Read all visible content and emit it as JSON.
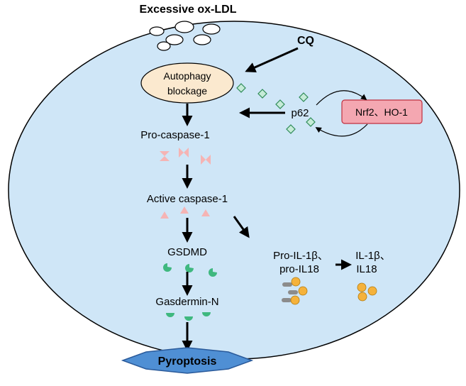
{
  "labels": {
    "title": "Excessive ox-LDL",
    "cq": "CQ",
    "autophagy_line1": "Autophagy",
    "autophagy_line2": "blockage",
    "p62": "p62",
    "nrf2": "Nrf2、HO-1",
    "procaspase": "Pro-caspase-1",
    "activecaspase": "Active caspase-1",
    "gsdmd": "GSDMD",
    "gasdermin": "Gasdermin-N",
    "pro_il_line1": "Pro-IL-1β、",
    "pro_il_line2": "pro-IL18",
    "il_line1": "IL-1β、",
    "il_line2": "IL18",
    "pyroptosis": "Pyroptosis"
  },
  "colors": {
    "cell_fill": "#cfe6f7",
    "autophagy_fill": "#fbe9cf",
    "nrf2_fill": "#f4a7b1",
    "nrf2_stroke": "#c0303f",
    "diamond_fill": "#c6ebd8",
    "diamond_stroke": "#2e8b57",
    "caspase": "#f5b4b4",
    "gsdmd": "#3fb87f",
    "il_orange": "#f5b23b",
    "il_gray": "#8c8c8c",
    "star_fill": "#4f8fd4",
    "star_stroke": "#2a5a9a"
  }
}
